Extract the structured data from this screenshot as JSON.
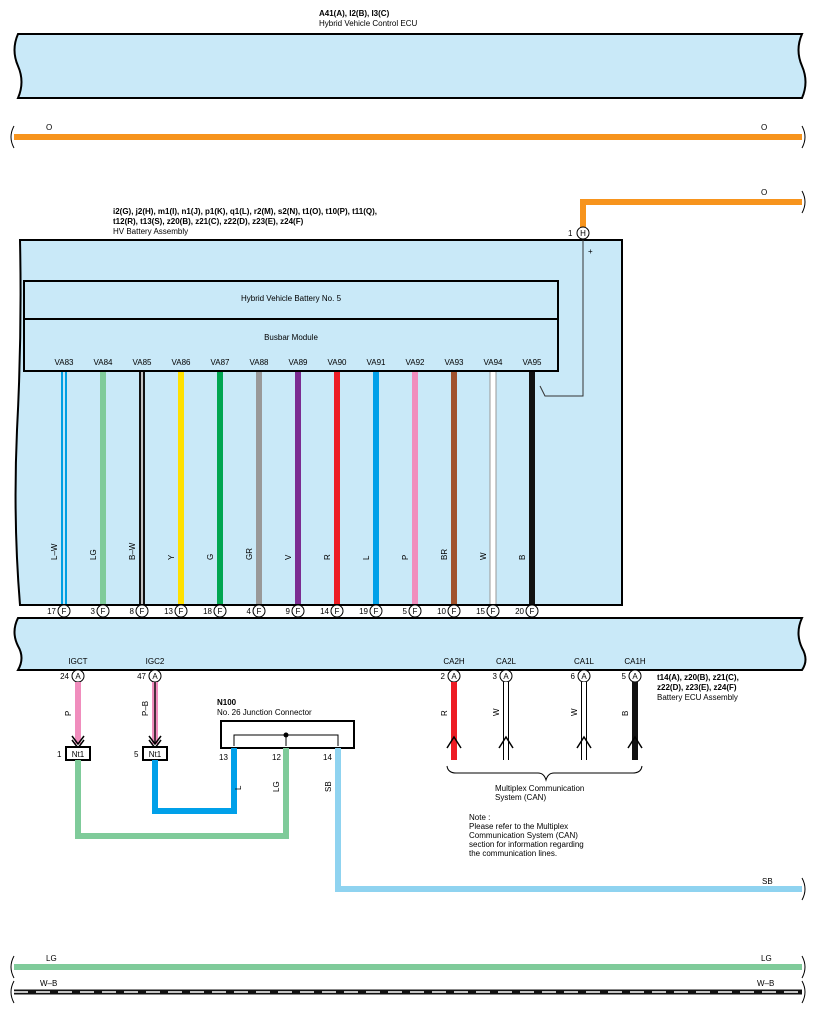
{
  "ecu_top": {
    "codes": "A41(A), I2(B), I3(C)",
    "name": "Hybrid Vehicle Control ECU"
  },
  "top_wire": {
    "color_left": "O",
    "color_right": "O"
  },
  "wire_h": {
    "color": "O",
    "pin": "1",
    "connector": "H",
    "plus": "+"
  },
  "hv_battery": {
    "codes_line1": "i2(G), j2(H), m1(I), n1(J), p1(K), q1(L), r2(M), s2(N), t1(O), t10(P), t11(Q),",
    "codes_line2": "t12(R), t13(S), z20(B), z21(C), z22(D), z23(E), z24(F)",
    "name": "HV Battery Assembly",
    "battery_no": "Hybrid Vehicle Battery No.  5",
    "busbar": "Busbar Module"
  },
  "battery_wires": [
    {
      "label": "VA83",
      "color": "L–W",
      "pin": "17",
      "conn": "F",
      "hex": "#009fe3",
      "stripe": "#ffffff"
    },
    {
      "label": "VA84",
      "color": "LG",
      "pin": "3",
      "conn": "F",
      "hex": "#7fcb9a",
      "stripe": ""
    },
    {
      "label": "VA85",
      "color": "B–W",
      "pin": "8",
      "conn": "F",
      "hex": "#111111",
      "stripe": "#ffffff"
    },
    {
      "label": "VA86",
      "color": "Y",
      "pin": "13",
      "conn": "F",
      "hex": "#ffe000",
      "stripe": ""
    },
    {
      "label": "VA87",
      "color": "G",
      "pin": "18",
      "conn": "F",
      "hex": "#00a651",
      "stripe": ""
    },
    {
      "label": "VA88",
      "color": "GR",
      "pin": "4",
      "conn": "F",
      "hex": "#999999",
      "stripe": ""
    },
    {
      "label": "VA89",
      "color": "V",
      "pin": "9",
      "conn": "F",
      "hex": "#7b2c91",
      "stripe": ""
    },
    {
      "label": "VA90",
      "color": "R",
      "pin": "14",
      "conn": "F",
      "hex": "#ed1c24",
      "stripe": ""
    },
    {
      "label": "VA91",
      "color": "L",
      "pin": "19",
      "conn": "F",
      "hex": "#00a0e9",
      "stripe": ""
    },
    {
      "label": "VA92",
      "color": "P",
      "pin": "5",
      "conn": "F",
      "hex": "#f08dbd",
      "stripe": ""
    },
    {
      "label": "VA93",
      "color": "BR",
      "pin": "10",
      "conn": "F",
      "hex": "#a0522d",
      "stripe": ""
    },
    {
      "label": "VA94",
      "color": "W",
      "pin": "15",
      "conn": "F",
      "hex": "#ffffff",
      "stripe": ""
    },
    {
      "label": "VA95",
      "color": "B",
      "pin": "20",
      "conn": "F",
      "hex": "#111111",
      "stripe": ""
    }
  ],
  "battery_ecu": {
    "codes_line1": "t14(A), z20(B), z21(C),",
    "codes_line2": "z22(D), z23(E), z24(F)",
    "name": "Battery ECU Assembly"
  },
  "ecu_pins": [
    {
      "name": "IGCT",
      "pin": "24",
      "conn": "A",
      "color": "P",
      "hex": "#f08dbd",
      "stripe": ""
    },
    {
      "name": "IGC2",
      "pin": "47",
      "conn": "A",
      "color": "P–B",
      "hex": "#f08dbd",
      "stripe": "#111111"
    },
    {
      "name": "CA2H",
      "pin": "2",
      "conn": "A",
      "color": "R",
      "hex": "#ed1c24",
      "stripe": ""
    },
    {
      "name": "CA2L",
      "pin": "3",
      "conn": "A",
      "color": "W",
      "hex": "#ffffff",
      "stripe": ""
    },
    {
      "name": "CA1L",
      "pin": "6",
      "conn": "A",
      "color": "W",
      "hex": "#ffffff",
      "stripe": ""
    },
    {
      "name": "CA1H",
      "pin": "5",
      "conn": "A",
      "color": "B",
      "hex": "#111111",
      "stripe": ""
    }
  ],
  "nt_connectors": [
    {
      "pin": "1",
      "label": "Nt1"
    },
    {
      "pin": "5",
      "label": "Nt1"
    }
  ],
  "junction": {
    "code": "N100",
    "name": "No.  26 Junction Connector",
    "pins": [
      "13",
      "12",
      "14"
    ],
    "wire_colors": [
      "L",
      "LG",
      "SB"
    ]
  },
  "can": {
    "line1": "Multiplex Communication",
    "line2": "System (CAN)"
  },
  "note": {
    "line1": "Note :",
    "line2": "Please refer to the Multiplex",
    "line3": "Communication System (CAN)",
    "line4": "section for information regarding",
    "line5": "the communication lines."
  },
  "sb_wire": {
    "color": "SB"
  },
  "bottom_wires": {
    "lg_left": "LG",
    "lg_right": "LG",
    "wb_left": "W–B",
    "wb_right": "W–B"
  },
  "colors": {
    "panel": "#c9e9f8",
    "orange": "#f7941d",
    "lg": "#7fcb9a",
    "l": "#00a0e9",
    "sb": "#8fd3f0",
    "pink": "#f08dbd",
    "red": "#ed1c24",
    "black": "#111111"
  }
}
